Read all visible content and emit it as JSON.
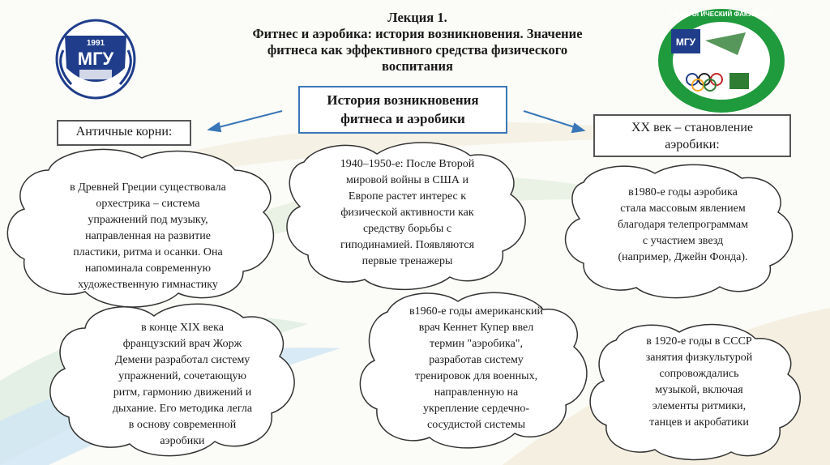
{
  "title": {
    "lines": [
      "Лекция 1.",
      "Фитнес и аэробика: история возникновения. Значение",
      "фитнеса как эффективного средства физического",
      "воспитания"
    ]
  },
  "central": {
    "lines": [
      "История возникновения",
      "фитнеса и аэробики"
    ]
  },
  "left_heading": "Античные корни:",
  "right_heading": {
    "lines": [
      "XX век – становление",
      "аэробики:"
    ]
  },
  "logo_left": {
    "year": "1991",
    "abbr": "МГУ"
  },
  "logo_right": {
    "abbr": "МГУ",
    "ring_text": "ПЕДАГОГИЧЕСКИЙ ФАКУЛЬТЕТ"
  },
  "clouds": {
    "greece": {
      "lines": [
        "в Древней Греции существовала",
        "орхестрика – система",
        "упражнений под музыку,",
        "направленная на развитие",
        "пластики, ритма и осанки. Она",
        "напоминала современную",
        "художественную гимнастику"
      ]
    },
    "xix": {
      "lines": [
        "в конце XIX века",
        "французский врач Жорж",
        "Демени разработал систему",
        "упражнений, сочетающую",
        "ритм, гармонию движений и",
        "дыхание. Его методика легла",
        "в основу современной",
        "аэробики"
      ]
    },
    "ww2": {
      "lines": [
        "1940–1950-е: После Второй",
        "мировой войны в США и",
        "Европе растет интерес к",
        "физической активности как",
        "средству борьбы с",
        "гиподинамией. Появляются",
        "первые тренажеры"
      ]
    },
    "cooper": {
      "lines": [
        "в1960-е годы американский",
        "врач Кеннет Купер ввел",
        "термин \"аэробика\",",
        "разработав систему",
        "тренировок для военных,",
        "направленную на",
        "укрепление сердечно-",
        "сосудистой системы"
      ]
    },
    "eighties": {
      "lines": [
        "в1980-е годы аэробика",
        "стала массовым явлением",
        "благодаря телепрограммам",
        "с участием звезд",
        "(например, Джейн Фонда)."
      ]
    },
    "ussr": {
      "lines": [
        "в 1920-е годы в СССР",
        "занятия физкультурой",
        "сопровождались",
        "музыкой, включая",
        "элементы ритмики,",
        "танцев и акробатики"
      ]
    }
  },
  "colors": {
    "accent_blue": "#3a77b8",
    "logo_navy": "#1f3d8a",
    "logo_green": "#1f9a3c",
    "cloud_fill": "#ffffff",
    "cloud_stroke": "#333333"
  }
}
